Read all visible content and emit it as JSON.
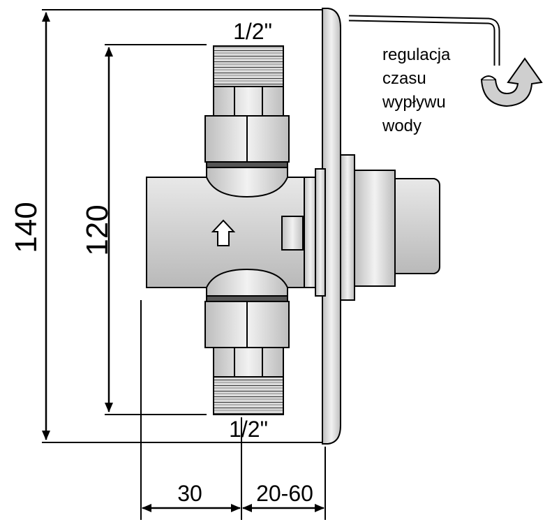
{
  "dimensions": {
    "overall_height": "140",
    "body_height": "120",
    "top_thread": "1/2\"",
    "bottom_thread": "1/2\"",
    "depth_body": "30",
    "depth_range": "20-60"
  },
  "annotation": {
    "lines": [
      "regulacja",
      "czasu",
      "wypływu",
      "wody"
    ]
  },
  "icons": {
    "flow_direction": "up-arrow-icon",
    "rotation": "rotate-arrow-icon",
    "tool": "hex-key-icon"
  },
  "colors": {
    "line": "#000000",
    "metal_shade": "#d9d9d9",
    "background": "#ffffff"
  }
}
